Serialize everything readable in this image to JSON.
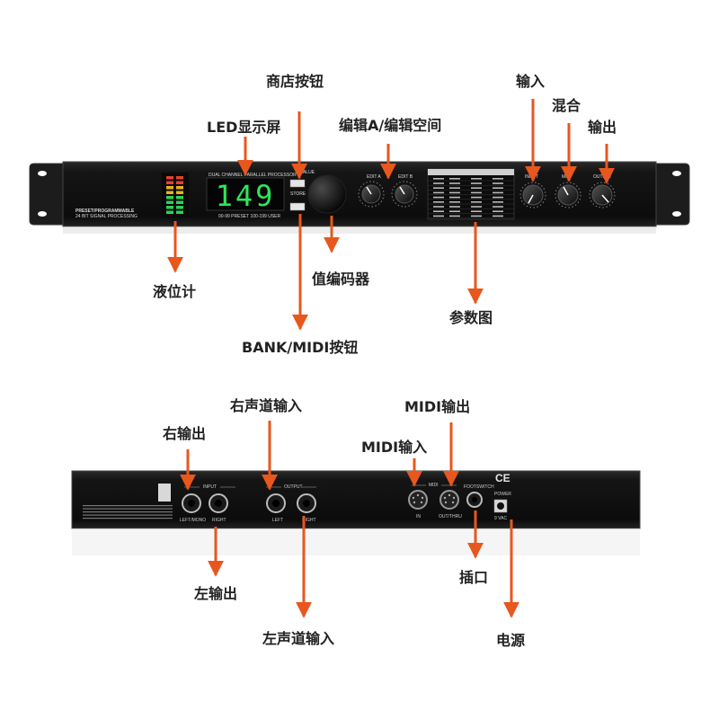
{
  "colors": {
    "arrow": "#e8571e",
    "led_display": "#2ee65a",
    "device_body": "#111111"
  },
  "front_panel": {
    "display_value": "149",
    "brand_line1": "PRESET/PROGRAMMABLE",
    "brand_line2": "24 BIT SIGNAL PROCESSING",
    "display_header": "DUAL CHANNEL PARALLEL PROCESSOR",
    "display_footer": "00-99 PRESET   100-199 USER",
    "value_label": "VALUE",
    "store_label": "STORE",
    "edit_a_label": "EDIT A",
    "edit_b_label": "EDIT B",
    "input_label": "INPUT",
    "mix_label": "MIX",
    "output_label": "OUTPUT"
  },
  "back_panel": {
    "input_group_label": "INPUT",
    "output_group_label": "OUTPUT",
    "midi_group_label": "MIDI",
    "footswitch_label": "FOOTSWITCH",
    "power_label": "POWER",
    "ce_mark": "CE",
    "jack_left_mono": "LEFT/MONO",
    "jack_right_in": "RIGHT",
    "jack_left_out": "LEFT",
    "jack_right_out": "RIGHT",
    "midi_in": "IN",
    "midi_out_thru": "OUT/THRU",
    "power_rating": "9 VAC"
  },
  "labels": {
    "store_button": "商店按钮",
    "led_display": "LED显示屏",
    "edit_a_b": "编辑A/编辑空间",
    "input_knob": "输入",
    "mix_knob": "混合",
    "output_knob": "输出",
    "level_meter": "液位计",
    "value_encoder": "值编码器",
    "parameter_chart": "参数图",
    "bank_midi_button": "BANK/MIDI按钮",
    "right_output": "右输出",
    "right_channel_input": "右声道输入",
    "midi_out": "MIDI输出",
    "midi_in": "MIDI输入",
    "left_output": "左输出",
    "left_channel_input": "左声道输入",
    "jack": "插口",
    "power": "电源"
  }
}
